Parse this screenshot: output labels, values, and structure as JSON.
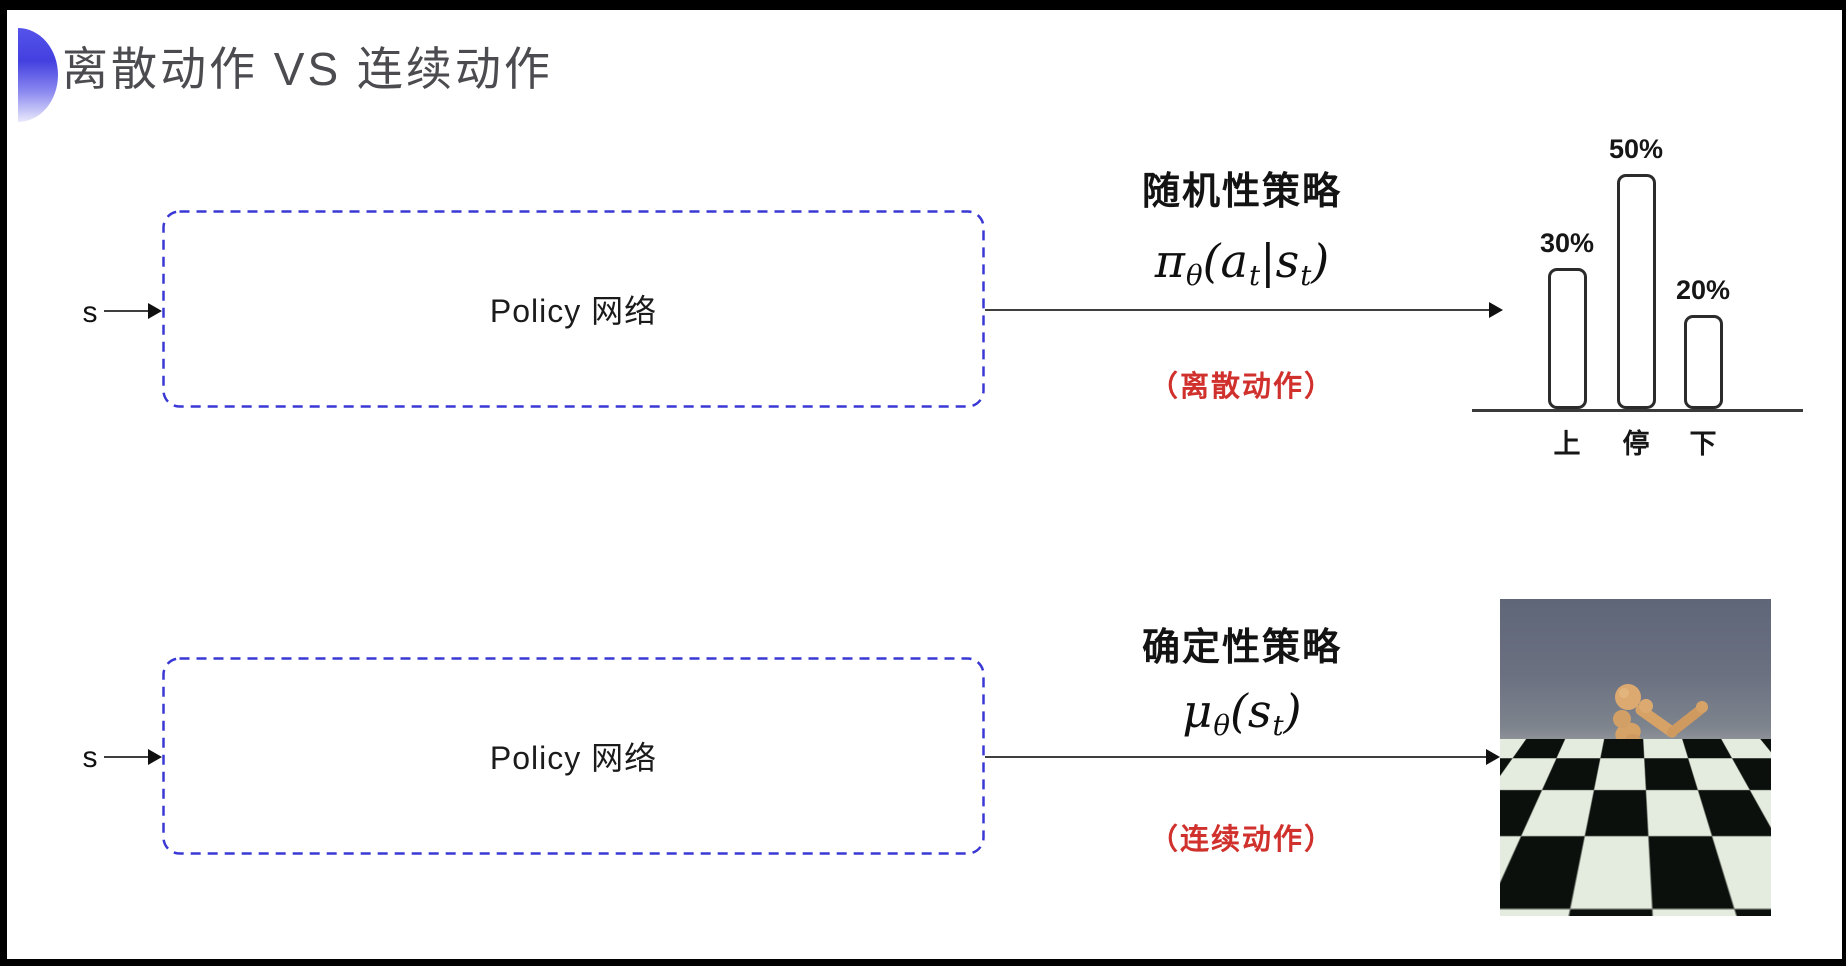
{
  "slide": {
    "title": "离散动作 VS 连续动作"
  },
  "rows": {
    "stochastic": {
      "input_label": "s",
      "box_label": "Policy 网络",
      "policy_title": "随机性策略",
      "formula_parts": {
        "p1": "π",
        "s1": "θ",
        "p2": "(a",
        "s2": "t",
        "p3": "|s",
        "s3": "t",
        "p4": ")"
      },
      "action_note": "（离散动作）"
    },
    "deterministic": {
      "input_label": "s",
      "box_label": "Policy 网络",
      "policy_title": "确定性策略",
      "formula_parts": {
        "p1": "μ",
        "s1": "θ",
        "p2": "(s",
        "s2": "t",
        "p3": ")"
      },
      "action_note": "（连续动作）"
    }
  },
  "chart_data": {
    "type": "bar",
    "title": "",
    "xlabel": "",
    "ylabel": "",
    "categories": [
      "上",
      "停",
      "下"
    ],
    "values": [
      30,
      50,
      20
    ],
    "value_labels": [
      "30%",
      "50%",
      "20%"
    ],
    "unit": "%",
    "ylim": [
      0,
      55
    ],
    "grid": false,
    "legend": false,
    "style": {
      "bar_fill": "#ffffff",
      "bar_border": "#2b2b2b",
      "baseline_color": "#3a3a3a"
    }
  },
  "robot_panel": {
    "label": "humanoid-walker-on-checkerboard"
  },
  "colors": {
    "dashed_box": "#3a38d4",
    "red_note": "#d0312d",
    "arrow": "#3f3f3f",
    "title_text": "#4b4b50",
    "body_text": "#131313",
    "decoration_top": "#5553ea",
    "decoration_bottom": "#e9e9fb"
  }
}
